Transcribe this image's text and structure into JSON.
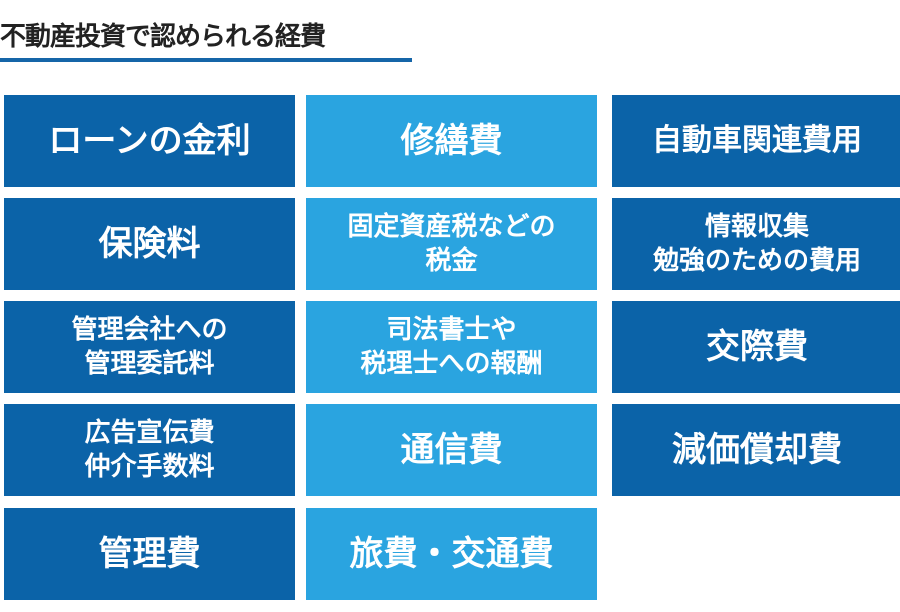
{
  "heading": "不動産投資で認められる経費",
  "colors": {
    "dark_tile": "#0b63a8",
    "light_tile": "#2aa4e0",
    "rule": "#1565a8"
  },
  "tiles": {
    "loan_interest": [
      "ローンの金利"
    ],
    "repairs": [
      "修繕費"
    ],
    "vehicle": [
      "自動車関連費用"
    ],
    "insurance": [
      "保険料"
    ],
    "property_tax": [
      "固定資産税などの",
      "税金"
    ],
    "research": [
      "情報収集",
      "勉強のための費用"
    ],
    "management_fee": [
      "管理会社への",
      "管理委託料"
    ],
    "professional_fees": [
      "司法書士や",
      "税理士への報酬"
    ],
    "entertainment": [
      "交際費"
    ],
    "advertising": [
      "広告宣伝費",
      "仲介手数料"
    ],
    "communication": [
      "通信費"
    ],
    "depreciation": [
      "減価償却費"
    ],
    "admin": [
      "管理費"
    ],
    "travel": [
      "旅費・交通費"
    ]
  }
}
